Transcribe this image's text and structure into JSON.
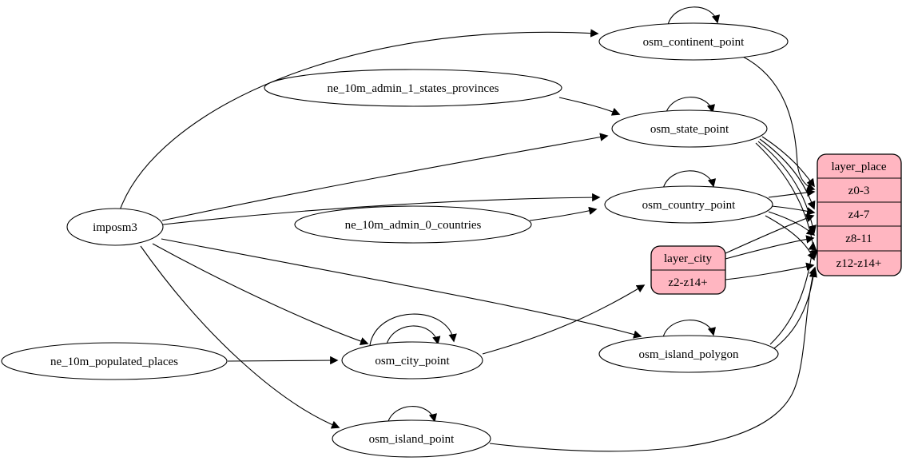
{
  "diagram": {
    "kind": "etl-dependency-graph",
    "colors": {
      "background": "#ffffff",
      "node_fill": "#ffffff",
      "record_fill": "#ffb6c1",
      "stroke": "#000000",
      "text": "#000000"
    },
    "nodes": {
      "imposm3": "imposm3",
      "ne_states": "ne_10m_admin_1_states_provinces",
      "ne_countries": "ne_10m_admin_0_countries",
      "ne_places": "ne_10m_populated_places",
      "continent": "osm_continent_point",
      "state": "osm_state_point",
      "country": "osm_country_point",
      "city": "osm_city_point",
      "island_polygon": "osm_island_polygon",
      "island_point": "osm_island_point"
    },
    "records": {
      "layer_place": {
        "title": "layer_place",
        "rows": [
          "z0-3",
          "z4-7",
          "z8-11",
          "z12-z14+"
        ]
      },
      "layer_city": {
        "title": "layer_city",
        "rows": [
          "z2-z14+"
        ]
      }
    },
    "edges": [
      {
        "from": "imposm3",
        "to": "osm_continent_point"
      },
      {
        "from": "imposm3",
        "to": "osm_state_point"
      },
      {
        "from": "imposm3",
        "to": "osm_country_point"
      },
      {
        "from": "imposm3",
        "to": "osm_city_point"
      },
      {
        "from": "imposm3",
        "to": "osm_island_polygon"
      },
      {
        "from": "imposm3",
        "to": "osm_island_point"
      },
      {
        "from": "ne_10m_admin_1_states_provinces",
        "to": "osm_state_point"
      },
      {
        "from": "ne_10m_admin_0_countries",
        "to": "osm_country_point"
      },
      {
        "from": "ne_10m_populated_places",
        "to": "osm_city_point"
      },
      {
        "from": "osm_continent_point",
        "to": "osm_continent_point"
      },
      {
        "from": "osm_state_point",
        "to": "osm_state_point"
      },
      {
        "from": "osm_country_point",
        "to": "osm_country_point"
      },
      {
        "from": "osm_city_point",
        "to": "osm_city_point"
      },
      {
        "from": "osm_city_point",
        "to": "osm_city_point"
      },
      {
        "from": "osm_island_polygon",
        "to": "osm_island_polygon"
      },
      {
        "from": "osm_island_point",
        "to": "osm_island_point"
      },
      {
        "from": "osm_city_point",
        "to": "layer_city:z2-z14+"
      },
      {
        "from": "osm_continent_point",
        "to": "layer_place:z0-3"
      },
      {
        "from": "osm_state_point",
        "to": "layer_place:z0-3"
      },
      {
        "from": "osm_state_point",
        "to": "layer_place:z4-7"
      },
      {
        "from": "osm_state_point",
        "to": "layer_place:z8-11"
      },
      {
        "from": "osm_state_point",
        "to": "layer_place:z12-z14+"
      },
      {
        "from": "osm_country_point",
        "to": "layer_place:z0-3"
      },
      {
        "from": "osm_country_point",
        "to": "layer_place:z4-7"
      },
      {
        "from": "osm_country_point",
        "to": "layer_place:z8-11"
      },
      {
        "from": "osm_country_point",
        "to": "layer_place:z12-z14+"
      },
      {
        "from": "layer_city",
        "to": "layer_place:z4-7"
      },
      {
        "from": "layer_city",
        "to": "layer_place:z8-11"
      },
      {
        "from": "layer_city",
        "to": "layer_place:z12-z14+"
      },
      {
        "from": "osm_island_polygon",
        "to": "layer_place:z8-11"
      },
      {
        "from": "osm_island_polygon",
        "to": "layer_place:z12-z14+"
      },
      {
        "from": "osm_island_point",
        "to": "layer_place:z12-z14+"
      }
    ]
  }
}
